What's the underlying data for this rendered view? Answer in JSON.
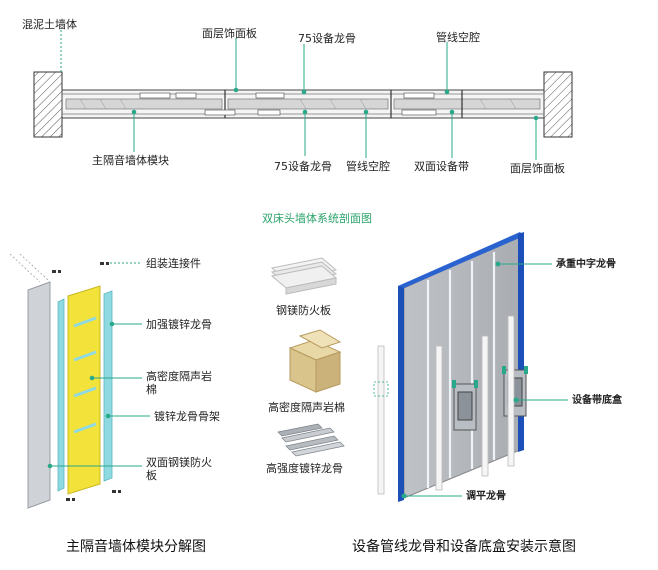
{
  "section_view": {
    "labels": {
      "concrete_wall": "混泥土墙体",
      "face_panel_top": "面层饰面板",
      "keel75_top": "75设备龙骨",
      "conduit_cavity_top": "管线空腔",
      "main_module": "主隔音墙体模块",
      "keel75_bottom": "75设备龙骨",
      "conduit_cavity_bottom": "管线空腔",
      "double_strip": "双面设备带",
      "face_panel_bottom": "面层饰面板"
    },
    "title": "双床头墙体系统剖面图"
  },
  "exploded_view": {
    "labels": {
      "connector": "组装连接件",
      "galv_keel": "加强镀锌龙骨",
      "rockwool": "高密度隔声岩棉",
      "galv_frame": "镀锌龙骨骨架",
      "mgo_board": "双面钢镁防火板"
    },
    "caption": "主隔音墙体模块分解图"
  },
  "materials": {
    "mgo_fire_board": "钢镁防火板",
    "rockwool": "高密度隔声岩棉",
    "galv_keel": "高强度镀锌龙骨"
  },
  "install_view": {
    "labels": {
      "load_keel": "承重中字龙骨",
      "device_box": "设备带底盒",
      "adjust_keel": "调平龙骨"
    },
    "caption": "设备管线龙骨和设备底盒安装示意图"
  },
  "colors": {
    "accent_green": "#2aa36a",
    "leader_teal": "#2aa88a",
    "panel_blue": "#1d4fb8",
    "rockwool_yellow": "#f2e23a",
    "keel_cyan": "#8fd9e0"
  }
}
